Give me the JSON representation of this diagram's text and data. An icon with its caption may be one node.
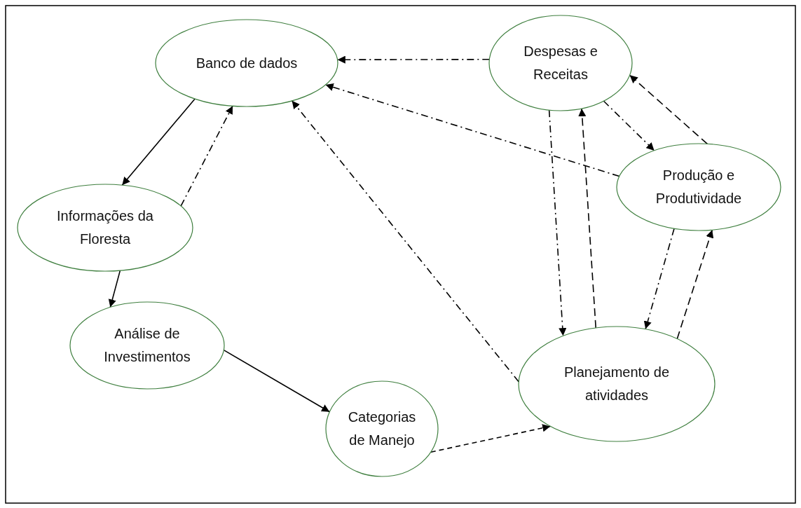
{
  "diagram": {
    "nodes": [
      {
        "text": [
          "Banco de dados"
        ]
      },
      {
        "text": [
          "Despesas e Receitas"
        ]
      },
      {
        "text": [
          "Produção e Produtividade"
        ]
      },
      {
        "text": [
          "Informações da Floresta"
        ]
      },
      {
        "text": [
          "Análise de Investimentos"
        ]
      },
      {
        "text": [
          "Planejamento de atividades"
        ]
      },
      {
        "text": [
          "Categorias de Manejo"
        ]
      }
    ],
    "edges": [
      {
        "from": 0,
        "to": 3,
        "arrow": "to"
      },
      {
        "from": 3,
        "to": 0,
        "arrow": "to",
        "style": "dashed"
      },
      {
        "from": 3,
        "to": 4,
        "arrow": "to"
      },
      {
        "from": 4,
        "to": 6,
        "arrow": "to"
      },
      {
        "from": 6,
        "to": 5,
        "arrow": "to",
        "style": "dashed"
      },
      {
        "from": 5,
        "to": 0,
        "arrow": "to",
        "style": "dashed"
      },
      {
        "from": 1,
        "to": 0,
        "arrow": "to",
        "style": "dashed"
      },
      {
        "from": 2,
        "to": 0,
        "arrow": "to",
        "style": "dashed"
      },
      {
        "from": 1,
        "to": 2,
        "arrow": "to",
        "style": "dashed"
      },
      {
        "from": 1,
        "to": 5,
        "arrow": "to",
        "style": "dashed"
      },
      {
        "from": 5,
        "to": 1,
        "arrow": "to",
        "style": "dashed"
      },
      {
        "from": 2,
        "to": 1,
        "arrow": "to",
        "style": "dashed"
      },
      {
        "from": 2,
        "to": 5,
        "arrow": "to",
        "style": "dashed"
      },
      {
        "from": 5,
        "to": 2,
        "arrow": "to",
        "style": "dashed"
      }
    ]
  }
}
